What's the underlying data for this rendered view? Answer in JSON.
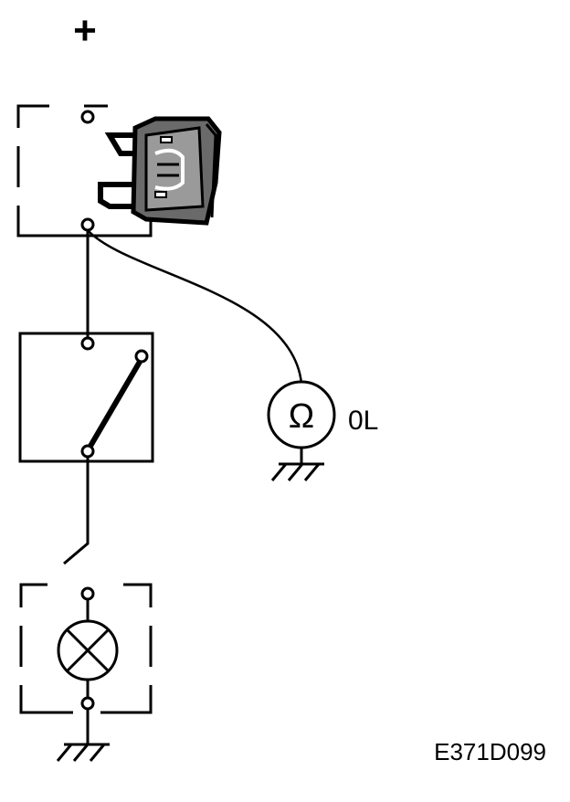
{
  "supply_symbol": "+",
  "meter": {
    "symbol": "Ω",
    "reading": "0L"
  },
  "figure_code": "E371D099",
  "colors": {
    "ink": "#000000",
    "background": "#ffffff",
    "fuse_body": "#6a6a6a"
  }
}
